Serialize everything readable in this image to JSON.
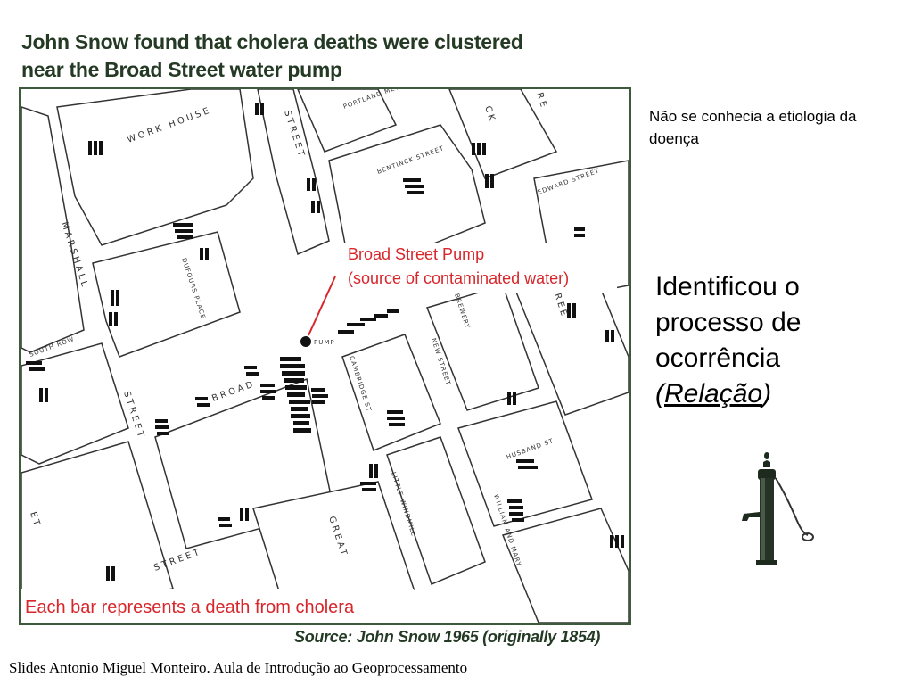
{
  "map": {
    "title_line1": "John Snow found that cholera deaths were clustered",
    "title_line2": "near the Broad Street water pump",
    "pump_label_line1": "Broad Street Pump",
    "pump_label_line2": "(source of contaminated water)",
    "legend": "Each bar represents a death from cholera",
    "source": "Source: John Snow 1965 (originally 1854)",
    "street_labels": {
      "work_house": "WORK HOUSE",
      "broad": "BROAD",
      "street_main": "STREET",
      "marshall": "MARSHALL",
      "marshall_street": "STREET",
      "dufours": "DUFOURS PLACE",
      "cambridge": "CAMBRIDGE ST",
      "new_street": "NEW STREET",
      "little_windmill": "LITTLE WINDMILL",
      "great": "GREAT",
      "bentinck": "BENTINCK STREET",
      "edward": "EDWARD STREET",
      "portland": "PORTLAND MEWS",
      "husband": "HUSBAND ST",
      "brewery": "BREWERY",
      "william": "WILLIAM AND MARY",
      "south_row": "SOUTH ROW",
      "pump_mark": "PUMP",
      "left_street": "ET",
      "poland_street": "STREET",
      "berwick": "CK",
      "cross_street": "REE",
      "re_top": "RE"
    }
  },
  "notes": {
    "small": "Não se conhecia a etiologia da doença",
    "large_main": "Identificou o processo de ocorrência",
    "large_paren_open": "(",
    "large_relation": "Relação",
    "large_paren_close": ")"
  },
  "credits": "Slides Antonio Miguel Monteiro. Aula de Introdução ao Geoprocessamento",
  "colors": {
    "title": "#243a24",
    "frame": "#3d5a3d",
    "annotation": "#d8262b",
    "bars": "#111111",
    "pump_body": "#1f2a1f"
  },
  "icons": {
    "pump": "water-pump-icon"
  }
}
